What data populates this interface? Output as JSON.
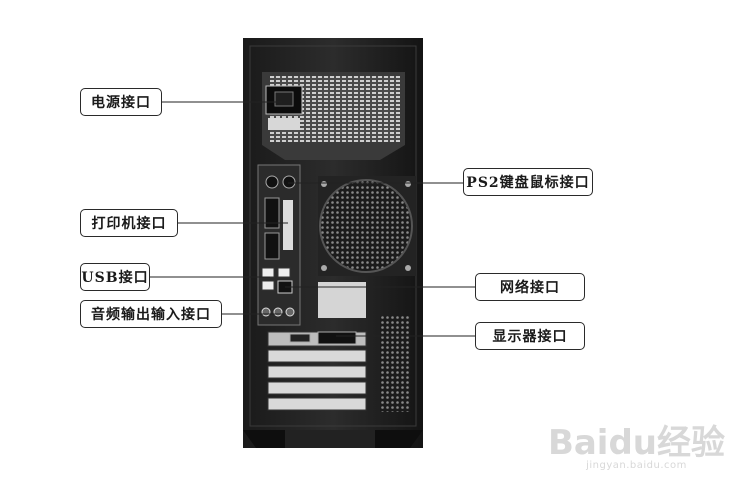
{
  "labels": {
    "power": "电源接口",
    "printer": "打印机接口",
    "usb": "USB接口",
    "audio": "音频输出输入接口",
    "ps2": "PS2键盘鼠标接口",
    "network": "网络接口",
    "display": "显示器接口"
  },
  "watermark": {
    "logo": "Baidu经验",
    "url": "jingyan.baidu.com"
  }
}
